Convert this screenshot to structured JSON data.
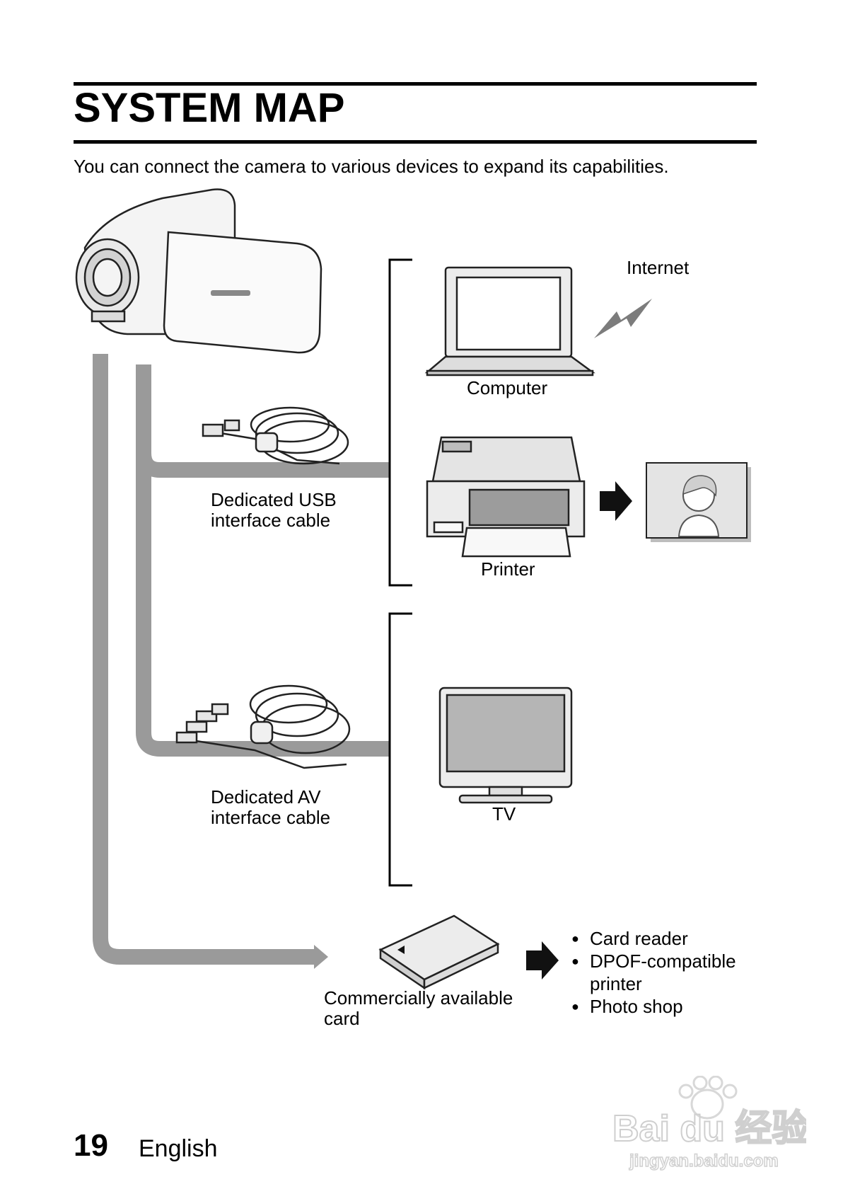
{
  "page": {
    "title": "SYSTEM MAP",
    "intro": "You can connect the camera to various devices to expand its capabilities."
  },
  "labels": {
    "internet": "Internet",
    "computer": "Computer",
    "printer": "Printer",
    "tv": "TV",
    "usb_cable_line1": "Dedicated USB",
    "usb_cable_line2": "interface cable",
    "av_cable_line1": "Dedicated AV",
    "av_cable_line2": "interface cable",
    "card_line1": "Commercially available",
    "card_line2": "card"
  },
  "card_destinations": [
    "Card reader",
    "DPOF-compatible printer",
    "Photo shop"
  ],
  "footer": {
    "page_number": "19",
    "language": "English"
  },
  "watermark": {
    "brand": "Bai du 经验",
    "url": "jingyan.baidu.com"
  },
  "colors": {
    "connector_gray": "#9a9a9a",
    "device_fill": "#ececec",
    "screen_fill": "#b5b5b5"
  }
}
